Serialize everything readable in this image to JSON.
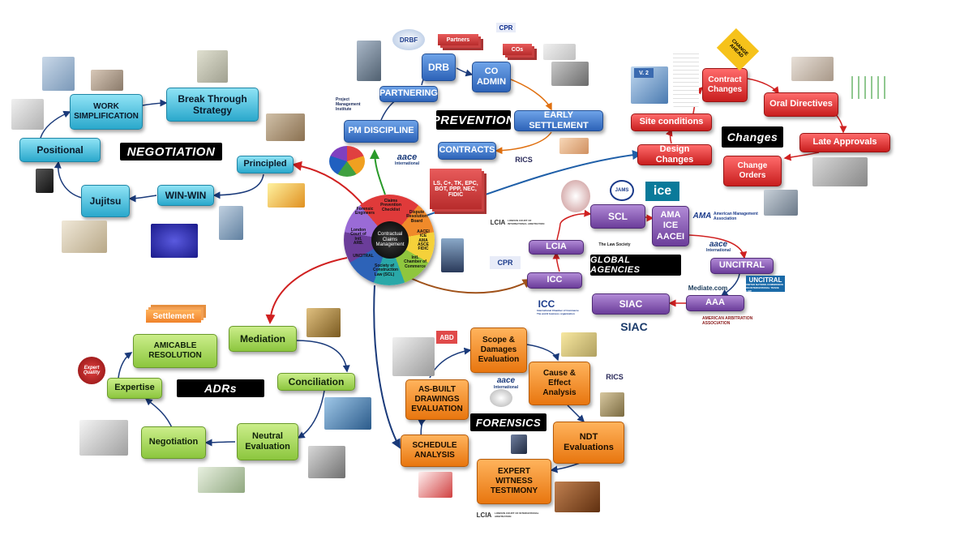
{
  "hub": {
    "center": "Contractual\nClaims\nManagement",
    "segments": [
      "Claims\nPrevention\nChecklist",
      "Dispute\nResolution\nBoard",
      "AACEI\nICE\nAMA\nASCE\nFIDIC",
      "Intl.\nChamber of\nCommerce",
      "Society of\nConstruction\nLaw (SCL)",
      "UNCITRAL",
      "London\nCourt of\nIntl.\nARB.",
      "Forensic\nEngineers"
    ]
  },
  "negotiation": {
    "title": "NEGOTIATION",
    "nodes": {
      "principled": "Principled",
      "win_win": "WIN-WIN",
      "jujitsu": "Jujitsu",
      "positional": "Positional",
      "work_simplification": "WORK\nSIMPLIFICATION",
      "break_through": "Break Through\nStrategy"
    }
  },
  "prevention": {
    "title": "PREVENTION",
    "nodes": {
      "pm_discipline": "PM DISCIPLINE",
      "partnering": "PARTNERING",
      "drb": "DRB",
      "co_admin": "CO\nADMIN",
      "early_settlement": "EARLY SETTLEMENT",
      "contracts": "CONTRACTS"
    },
    "cards": {
      "partners": "Partners",
      "cos": "COs",
      "contract_types": "LS, C+, TK, EPC,\nBOT, PPP, NEC,\nFIDIC"
    }
  },
  "changes": {
    "title": "Changes",
    "nodes": {
      "design_changes": "Design Changes",
      "site_conditions": "Site conditions",
      "contract_changes": "Contract\nChanges",
      "oral_directives": "Oral Directives",
      "late_approvals": "Late Approvals",
      "change_orders": "Change\nOrders"
    },
    "v2": "V. 2",
    "change_sign": "CHANGE\nAHEAD"
  },
  "global_agencies": {
    "title": "GLOBAL AGENCIES",
    "nodes": {
      "scl": "SCL",
      "ama": "AMA\nICE\nAACEI",
      "lcia": "LCIA",
      "icc": "ICC",
      "uncitral": "UNCITRAL",
      "aaa": "AAA",
      "siac": "SIAC"
    }
  },
  "adrs": {
    "title": "ADRs",
    "nodes": {
      "mediation": "Mediation",
      "conciliation": "Conciliation",
      "neutral_evaluation": "Neutral\nEvaluation",
      "negotiation": "Negotiation",
      "expertise": "Expertise",
      "amicable": "AMICABLE\nRESOLUTION"
    },
    "settlement": "Settlement",
    "expert_seal": "Expert\nQuality"
  },
  "forensics": {
    "title": "FORENSICS",
    "nodes": {
      "schedule_analysis": "SCHEDULE\nANALYSIS",
      "as_built": "AS-BUILT\nDRAWINGS\nEVALUATION",
      "scope_damages": "Scope &\nDamages\nEvaluation",
      "cause_effect": "Cause &\nEffect\nAnalysis",
      "ndt": "NDT\nEvaluations",
      "expert_witness": "EXPERT\nWITNESS\nTESTIMONY"
    },
    "abd": "ABD"
  },
  "logos": {
    "cpr_top": "CPR",
    "drbf": "DRBF",
    "pmi": "Project\nManagement\nInstitute",
    "aace_top": "aace",
    "aace_top_sub": "International",
    "rics_top": "RICS",
    "lcia_mid": "LCIA",
    "lcia_mid_sub": "LONDON COURT OF INTERNATIONAL ARBITRATION",
    "cpr_mid": "CPR",
    "ice": "ice",
    "jams": "JAMS",
    "ama_logo": "AMA",
    "ama_logo_sub": "American Management\nAssociation",
    "law_society": "The Law Society",
    "aace_mid": "aace",
    "aace_mid_sub": "International",
    "uncitral_logo": "UNCITRAL",
    "uncitral_logo_sub": "UNITED NATIONS COMMISSION\nON INTERNATIONAL TRADE LAW",
    "mediate": "Mediate.com",
    "icc_logo": "ICC",
    "icc_logo_sub": "International Chamber of Commerce\nThe world business organization",
    "siac_logo": "SIAC",
    "aaa_logo": "AMERICAN ARBITRATION ASSOCIATION",
    "aace_low": "aace",
    "aace_low_sub": "International",
    "rics_low": "RICS",
    "lcia_low": "LCIA",
    "lcia_low_sub": "LONDON COURT OF INTERNATIONAL ARBITRATION"
  },
  "colors": {
    "cyan": "#2aa8cc",
    "blue": "#2d63b8",
    "red": "#c81e1e",
    "purple": "#6b3d9a",
    "green": "#8cc63e",
    "orange": "#e8760f"
  }
}
